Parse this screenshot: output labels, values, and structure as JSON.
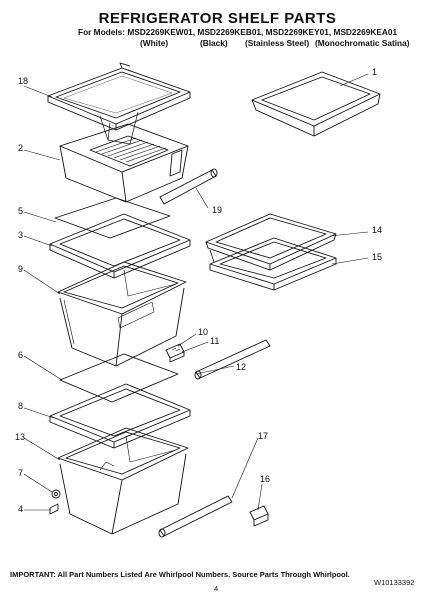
{
  "header": {
    "title": "REFRIGERATOR SHELF PARTS",
    "models_line": "For Models: MSD2269KEW01, MSD2269KEB01, MSD2269KEY01, MSD2269KEA01",
    "colors": [
      "(White)",
      "(Black)",
      "(Stainless Steel)",
      "(Monochromatic Satina)"
    ]
  },
  "callouts": [
    "18",
    "2",
    "5",
    "3",
    "9",
    "6",
    "8",
    "13",
    "7",
    "4",
    "1",
    "19",
    "14",
    "15",
    "10",
    "11",
    "12",
    "17",
    "16"
  ],
  "footer": {
    "notice": "IMPORTANT: All Part Numbers Listed Are Whirlpool Numbers. Source Parts Through Whirlpool.",
    "page_number": "4",
    "document_number": "W10133392"
  }
}
